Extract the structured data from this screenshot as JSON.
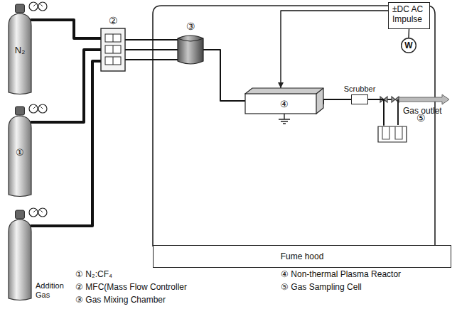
{
  "diagram": {
    "nodes": [
      {
        "text": [
          "N₂"
        ]
      },
      {
        "text": [
          "①"
        ]
      },
      {
        "text": [
          "Addition Gas"
        ]
      },
      {
        "text": [
          "②"
        ]
      },
      {
        "text": [
          "③"
        ]
      },
      {
        "text": [
          "④"
        ]
      },
      {
        "text": [
          "±DC AC Impulse"
        ]
      },
      {
        "text": [
          "W"
        ]
      },
      {
        "text": [
          "Scrubber"
        ]
      },
      {
        "text": [
          "⑤"
        ]
      },
      {
        "text": [
          "Fume hood"
        ]
      }
    ],
    "edges": [
      {
        "from": 0,
        "to": 3,
        "arrow": "none"
      },
      {
        "from": 1,
        "to": 3,
        "arrow": "none"
      },
      {
        "from": 2,
        "to": 3,
        "arrow": "none"
      },
      {
        "from": 3,
        "to": 4,
        "arrow": "none"
      },
      {
        "from": 3,
        "to": 4,
        "arrow": "none"
      },
      {
        "from": 3,
        "to": 4,
        "arrow": "none"
      },
      {
        "from": 4,
        "to": 5,
        "arrow": "none"
      },
      {
        "from": 6,
        "to": 5,
        "arrow": "to"
      },
      {
        "from": 6,
        "to": 7,
        "arrow": "none"
      },
      {
        "from": 5,
        "to": 8,
        "arrow": "none"
      },
      {
        "from": 8,
        "to": 9,
        "arrow": "none"
      }
    ],
    "labels": [
      "Gas outlet",
      "① N₂:CF₄",
      "② MFC(Mass Flow Controller",
      "③ Gas Mixing Chamber",
      "④ Non-thermal Plasma Reactor",
      "⑤ Gas Sampling Cell"
    ]
  }
}
